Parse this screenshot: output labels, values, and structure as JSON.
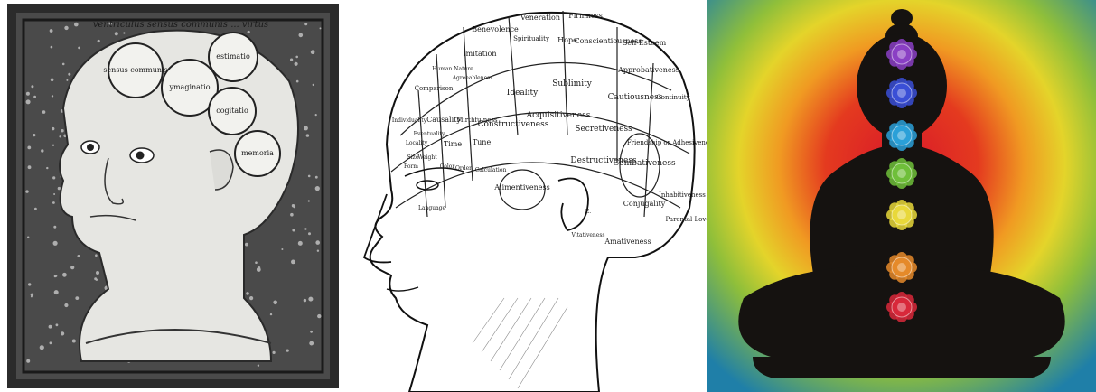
{
  "panels": [
    {
      "name": "medieval-head-manuscript",
      "inscriptions": {
        "arc_top": "ventriculus sensus communis ... virtus",
        "circle1": "sensus communis",
        "circle2": "ymaginatio",
        "circle3": "estimatio",
        "circle4": "cogitatio",
        "circle5": "memoria"
      }
    },
    {
      "name": "phrenology-head-chart",
      "faculties": [
        "Veneration",
        "Firmness",
        "Benevolence",
        "Spirituality",
        "Hope",
        "Conscientiousness",
        "Self-Esteem",
        "Approbativeness",
        "Continuity",
        "Imitation",
        "Comparison",
        "Human Nature",
        "Agreeableness",
        "Causality",
        "Mirthfulness",
        "Ideality",
        "Sublimity",
        "Cautiousness",
        "Eventuality",
        "Time",
        "Tune",
        "Constructiveness",
        "Acquisitiveness",
        "Secretiveness",
        "Destructiveness",
        "Combativeness",
        "Friendship or Adhesiveness",
        "Inhabitiveness",
        "Parental Love",
        "Alimentiveness",
        "Conjugality",
        "Amativeness",
        "Vitativeness",
        "Individuality",
        "Locality",
        "Form",
        "Size",
        "Weight",
        "Color",
        "Order",
        "Calculation",
        "Language",
        "E."
      ]
    },
    {
      "name": "meditation-chakra-silhouette",
      "chakra_colors": [
        "#8a3fc4",
        "#3a4fd6",
        "#2aa0d8",
        "#6fbf3a",
        "#e8d83a",
        "#e58a2a",
        "#d8283a"
      ],
      "background": {
        "center": "#e0262a",
        "mid": "#f0d020",
        "outer": "#2b8fb0"
      }
    }
  ]
}
